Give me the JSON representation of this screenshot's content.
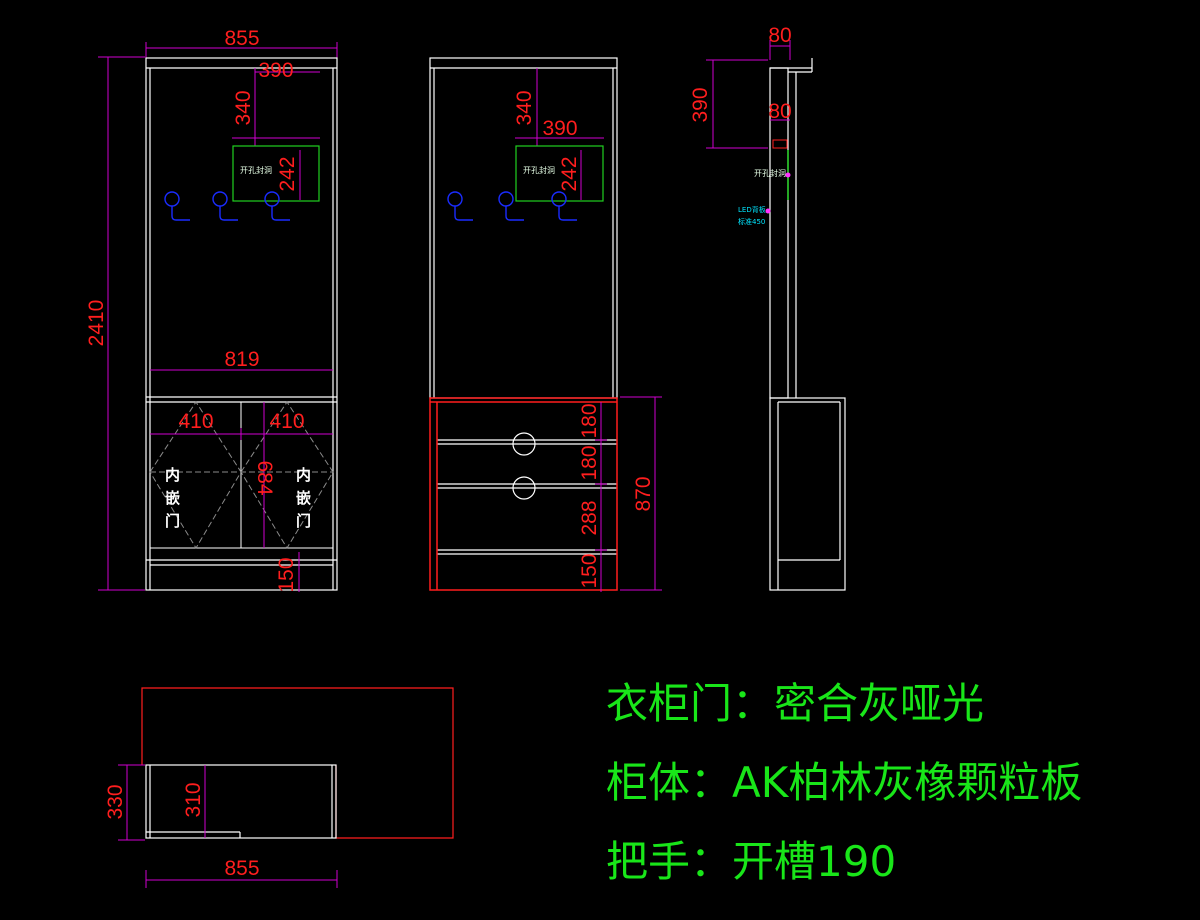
{
  "front_view_left": {
    "dims": {
      "overall_width": "855",
      "top_offset": "390",
      "height_total": "2410",
      "hole_offset": "340",
      "hole_height": "242",
      "inner_width": "819",
      "door_width_left": "410",
      "door_width_right": "410",
      "door_height": "684",
      "base_height": "150"
    },
    "hole_label": "开孔封洞",
    "door_label_left": [
      "内",
      "嵌",
      "门"
    ],
    "door_label_right": [
      "内",
      "嵌",
      "门"
    ]
  },
  "front_view_right": {
    "dims": {
      "hole_offset": "340",
      "hole_width": "390",
      "hole_height": "242",
      "drawer_1": "180",
      "drawer_2": "180",
      "drawer_3": "288",
      "base_height": "150",
      "cabinet_height": "870"
    },
    "hole_label": "开孔封洞"
  },
  "side_view": {
    "dims": {
      "top_depth": "80",
      "top_height": "390",
      "panel_depth": "80"
    },
    "hole_label": "开孔封洞",
    "led_label": [
      "LED背板",
      "标准450"
    ]
  },
  "plan_view": {
    "dims": {
      "depth_outer": "330",
      "depth_inner": "310",
      "width": "855"
    }
  },
  "notes": [
    "衣柜门：密合灰哑光",
    "柜体：AK柏林灰橡颗粒板",
    "把手：开槽190"
  ],
  "colors": {
    "background": "#000000",
    "outline": "#ffffff",
    "dimension": "#ff1e1e",
    "dimension_line": "#d000d0",
    "hole_box": "#20d020",
    "hook": "#1a2cff",
    "drawer_frame": "#ff1e1e",
    "note_text": "#19e619"
  }
}
